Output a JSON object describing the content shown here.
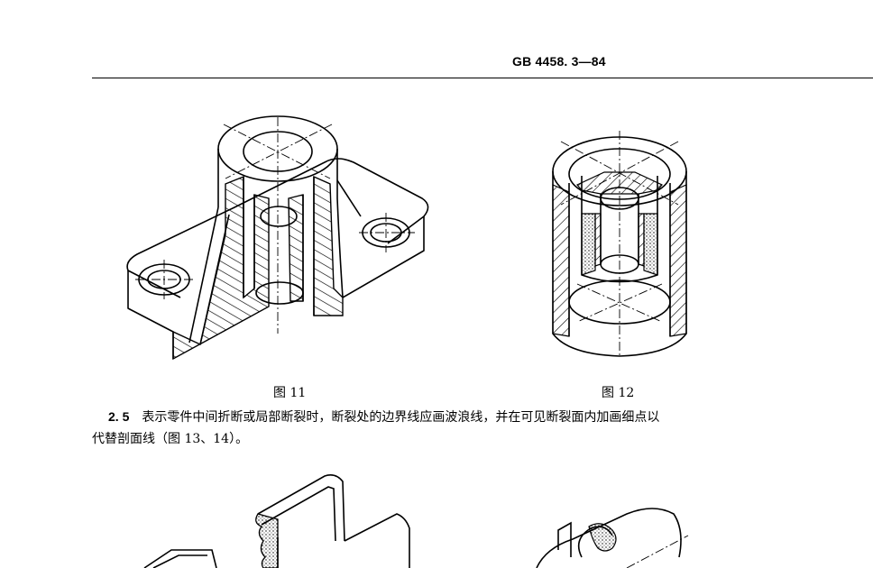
{
  "header": {
    "code": "GB 4458. 3—84"
  },
  "figures": [
    {
      "caption": "图 11"
    },
    {
      "caption": "图 12"
    }
  ],
  "section": {
    "number": "2. 5",
    "text_line1": "表示零件中间折断或局部断裂时，断裂处的边界线应画波浪线，并在可见断裂面内加画细点以",
    "text_line2": "代替剖面线（图 13、14）。"
  }
}
